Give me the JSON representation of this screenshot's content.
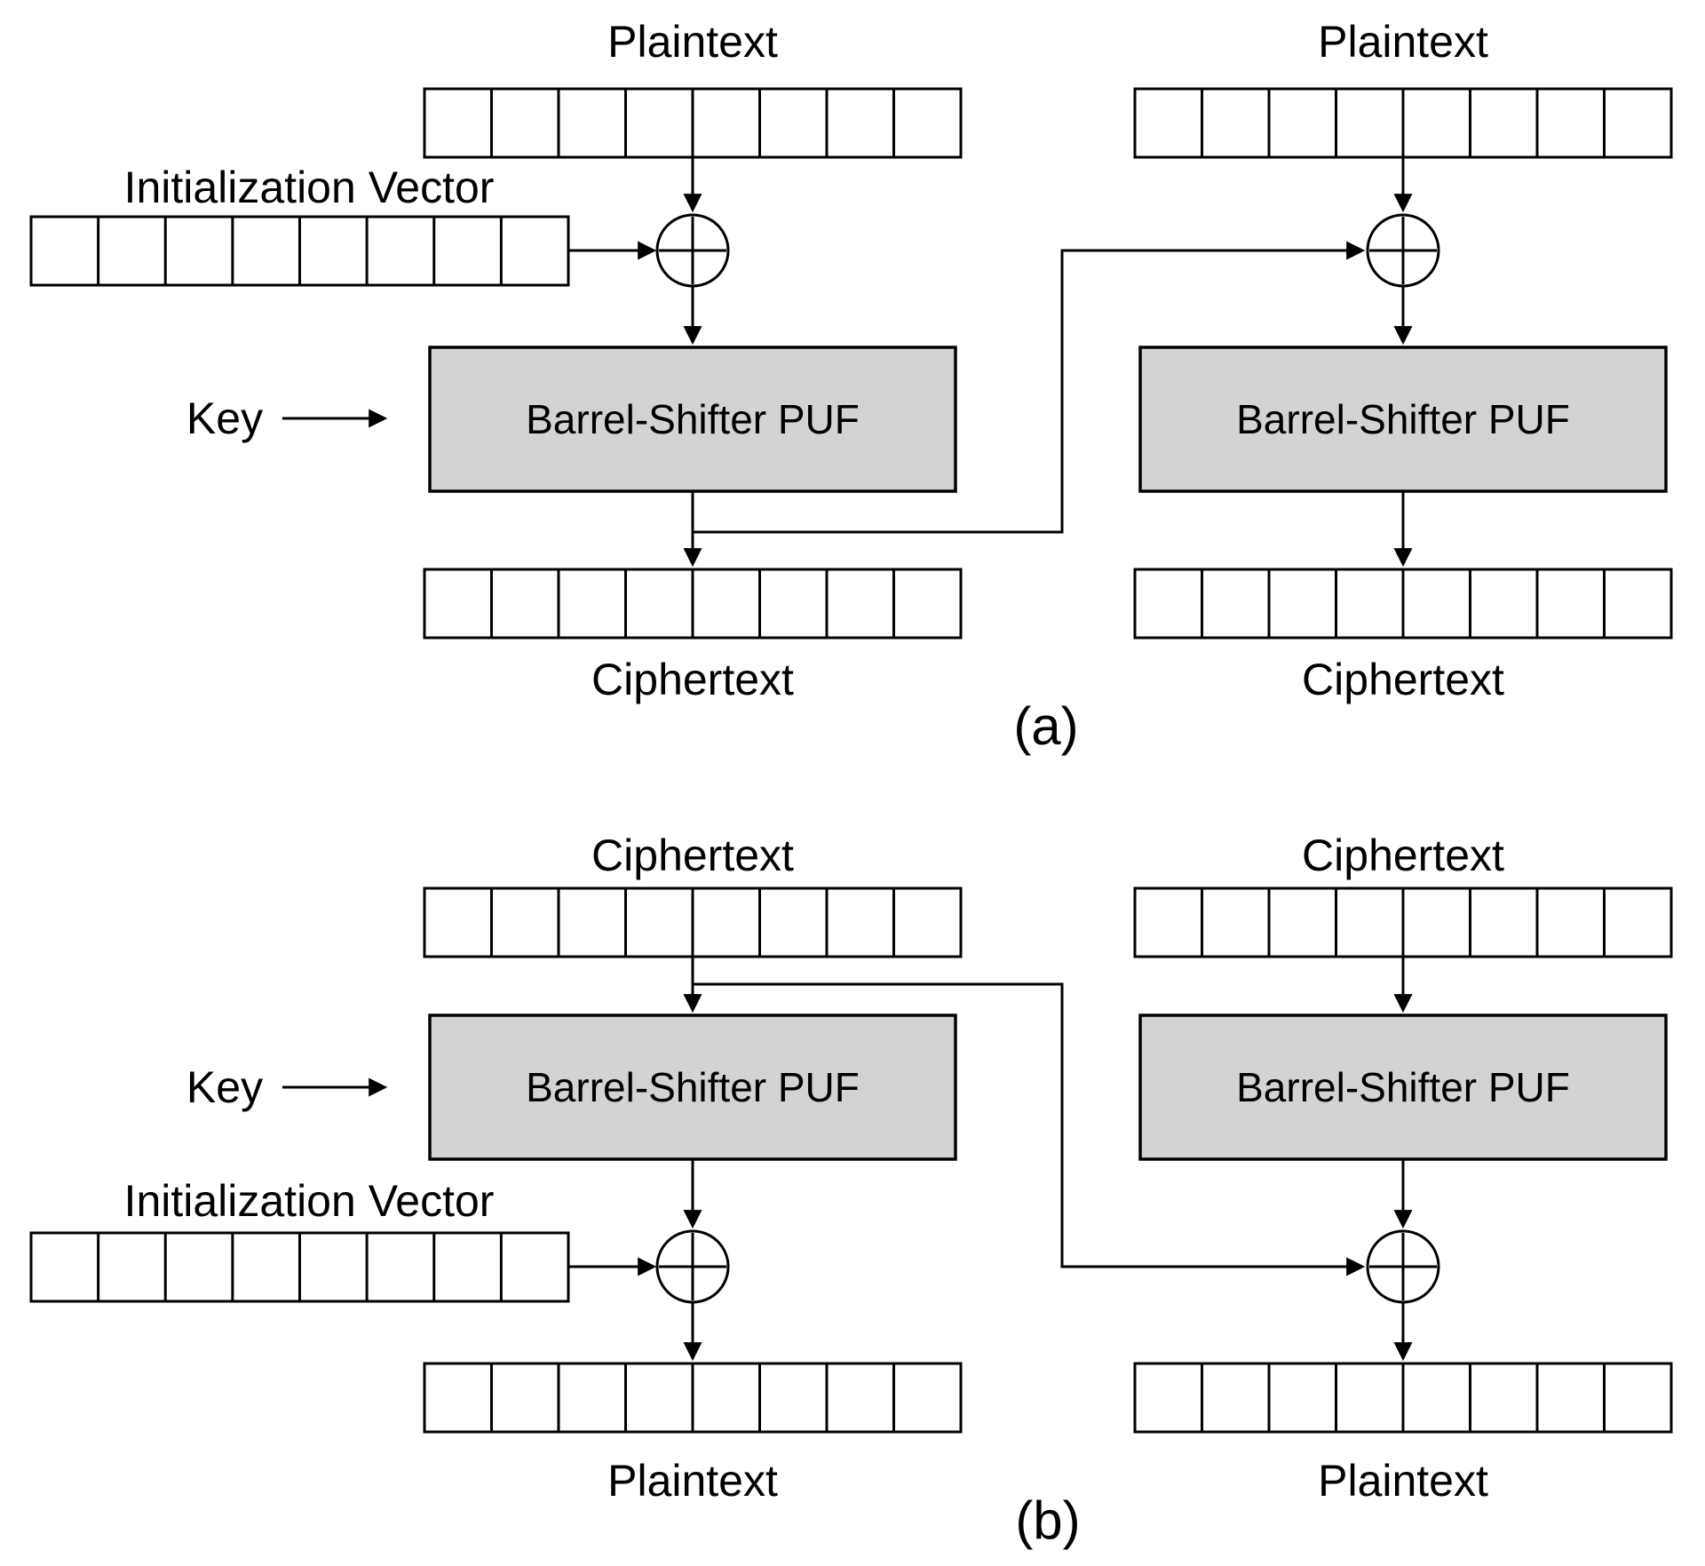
{
  "figure": {
    "section_a": {
      "caption": "(a)",
      "iv_label": "Initialization Vector",
      "key_label": "Key",
      "left": {
        "input_label": "Plaintext",
        "puf_label": "Barrel-Shifter PUF",
        "output_label": "Ciphertext"
      },
      "right": {
        "input_label": "Plaintext",
        "puf_label": "Barrel-Shifter PUF",
        "output_label": "Ciphertext"
      }
    },
    "section_b": {
      "caption": "(b)",
      "iv_label": "Initialization Vector",
      "key_label": "Key",
      "left": {
        "input_label": "Ciphertext",
        "puf_label": "Barrel-Shifter PUF",
        "output_label": "Plaintext"
      },
      "right": {
        "input_label": "Ciphertext",
        "puf_label": "Barrel-Shifter PUF",
        "output_label": "Plaintext"
      }
    }
  },
  "registers": {
    "cells": 8
  },
  "icons": {
    "xor_symbol": "xor-circle-plus",
    "arrow_symbol": "filled-triangle-arrowhead"
  },
  "colors": {
    "background": "#ffffff",
    "line": "#000000",
    "puf_fill": "#d3d3d3"
  }
}
